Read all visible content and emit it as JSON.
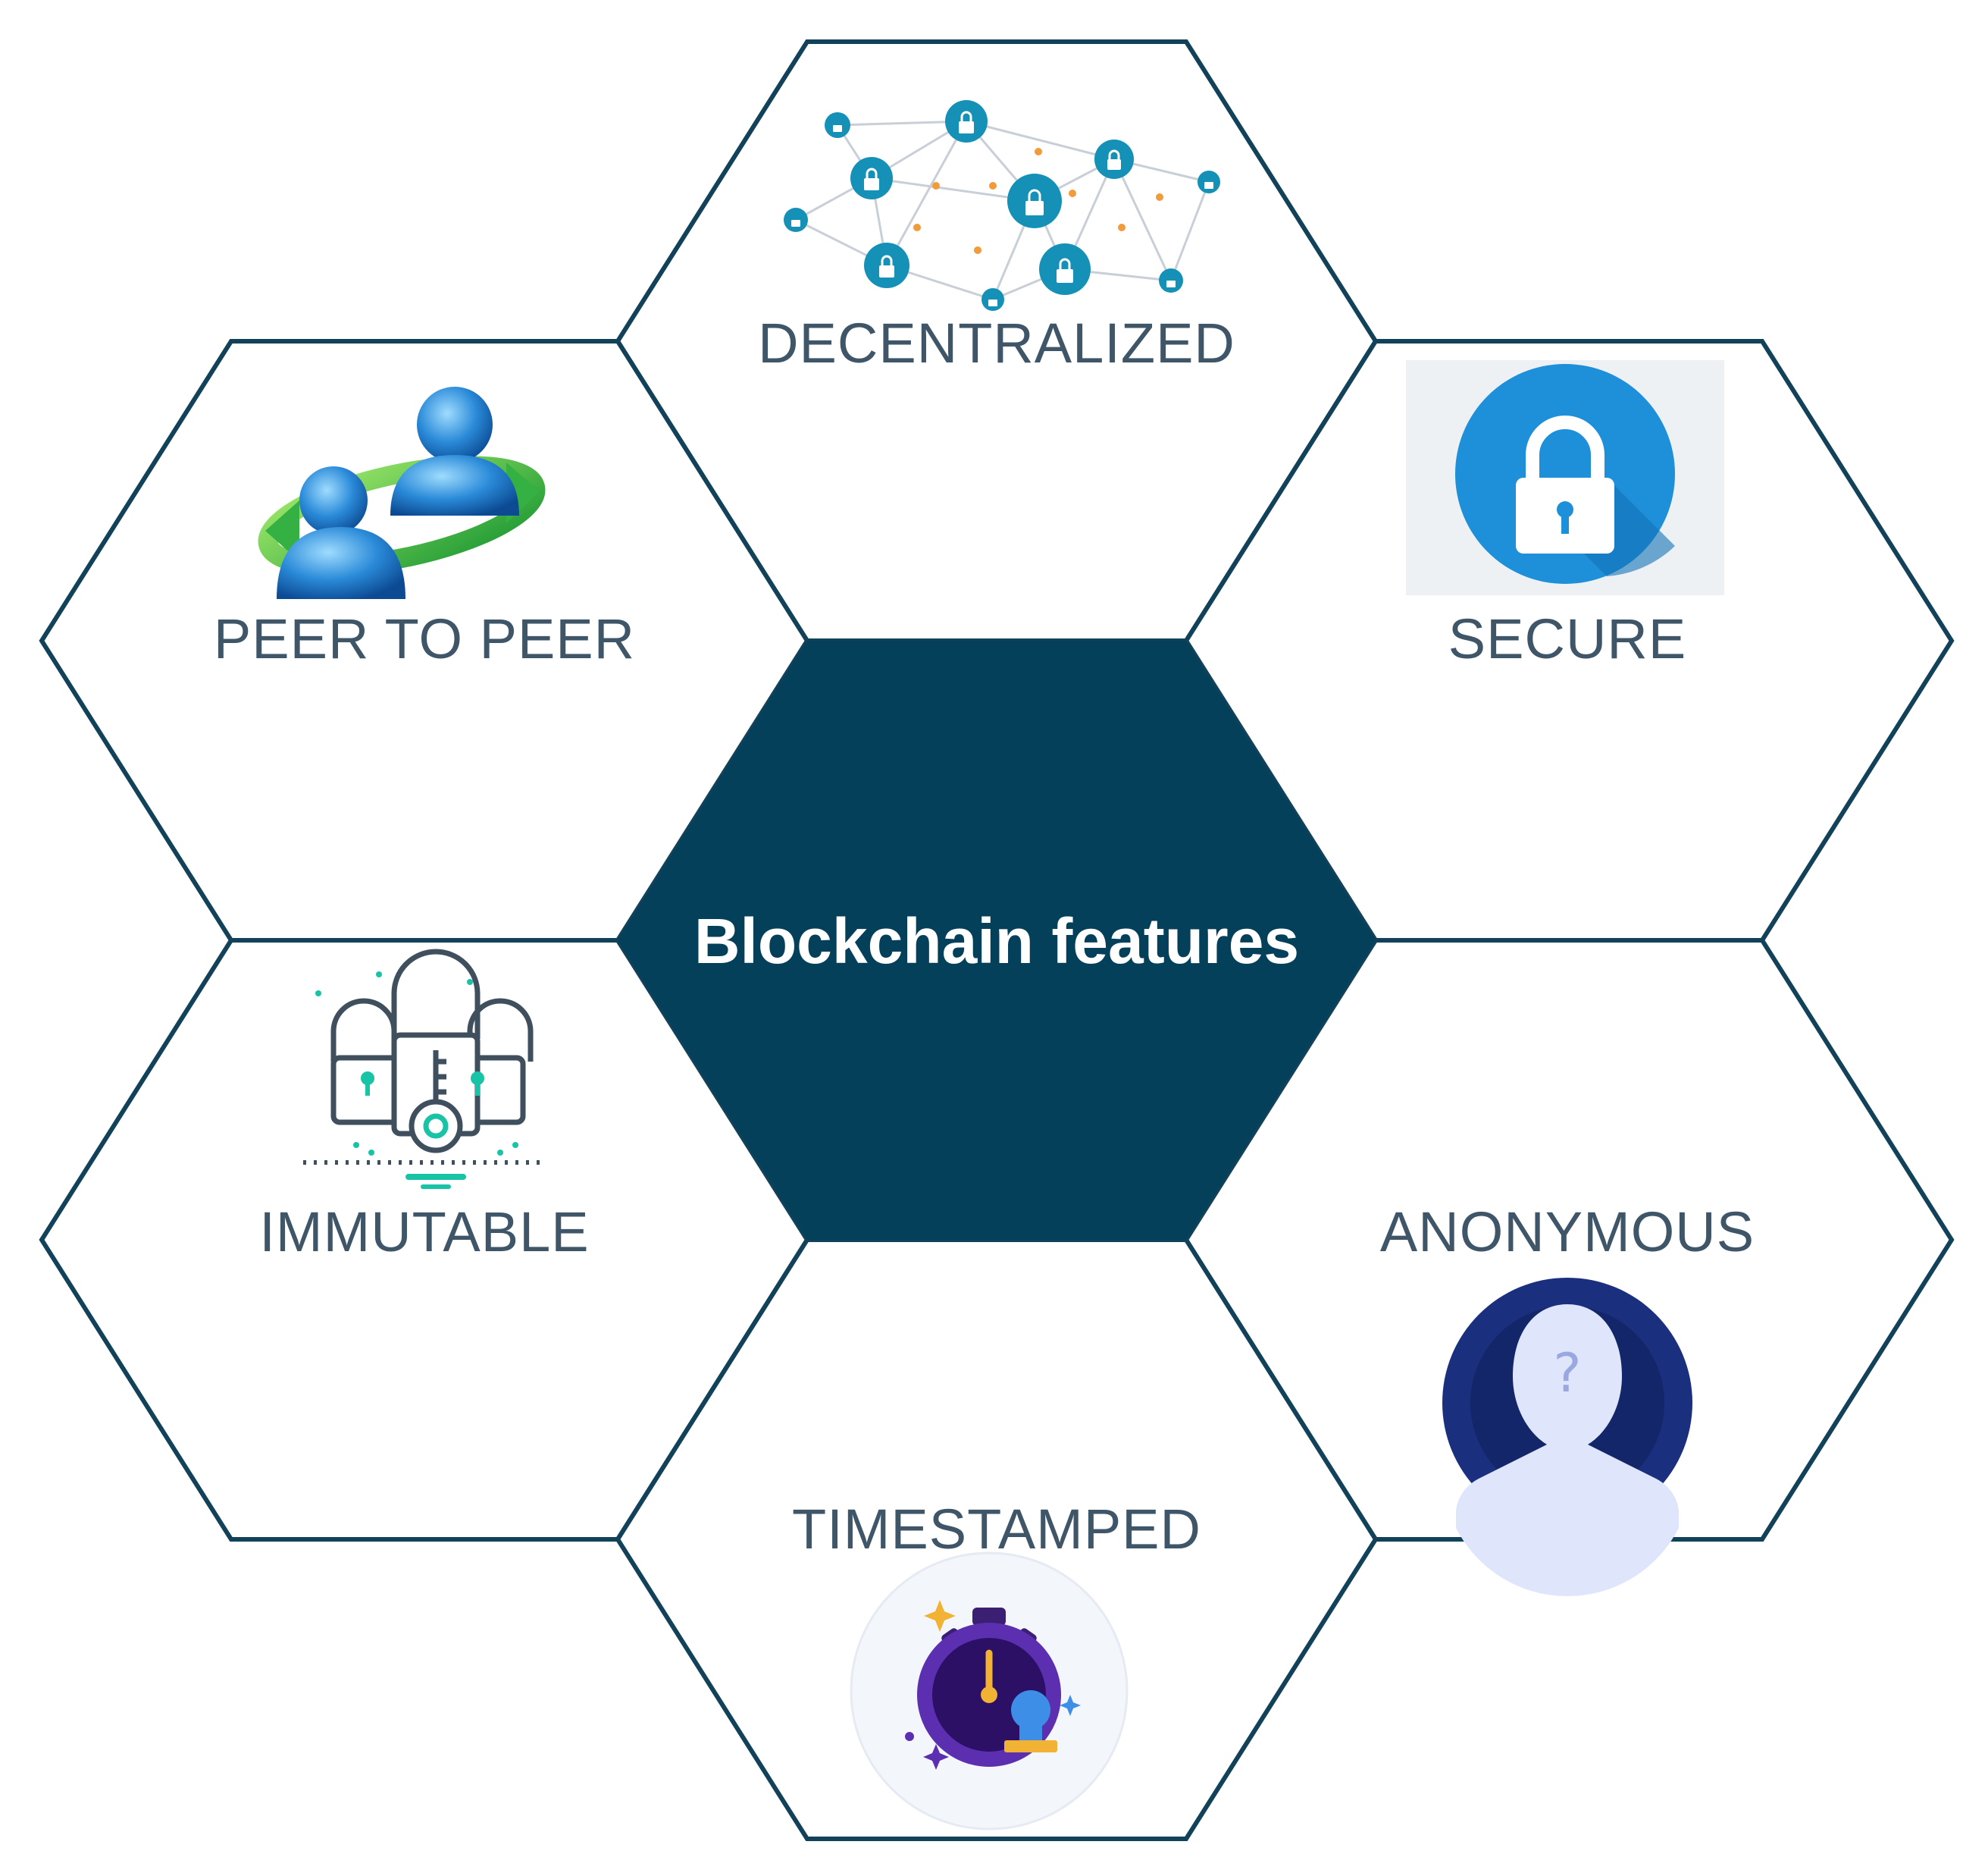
{
  "title": "Blockchain features",
  "features": [
    {
      "id": "decentralized",
      "label": "DECENTRALIZED",
      "icon": "network-lock-icon"
    },
    {
      "id": "secure",
      "label": "SECURE",
      "icon": "padlock-icon"
    },
    {
      "id": "anonymous",
      "label": "ANONYMOUS",
      "icon": "anonymous-person-icon"
    },
    {
      "id": "timestamped",
      "label": "TIMESTAMPED",
      "icon": "stopwatch-icon"
    },
    {
      "id": "immutable",
      "label": "IMMUTABLE",
      "icon": "locks-key-icon"
    },
    {
      "id": "peer",
      "label": "PEER TO PEER",
      "icon": "peer-users-icon"
    }
  ],
  "colors": {
    "center": "#05405a",
    "outline": "#12415a",
    "label": "#3f5568",
    "lockTeal": "#1591b8",
    "secureBlue": "#1e8fd9",
    "anonNavy": "#1a2f7d",
    "timerPurple": "#5b2fb0",
    "peerGreen": "#35b043"
  }
}
